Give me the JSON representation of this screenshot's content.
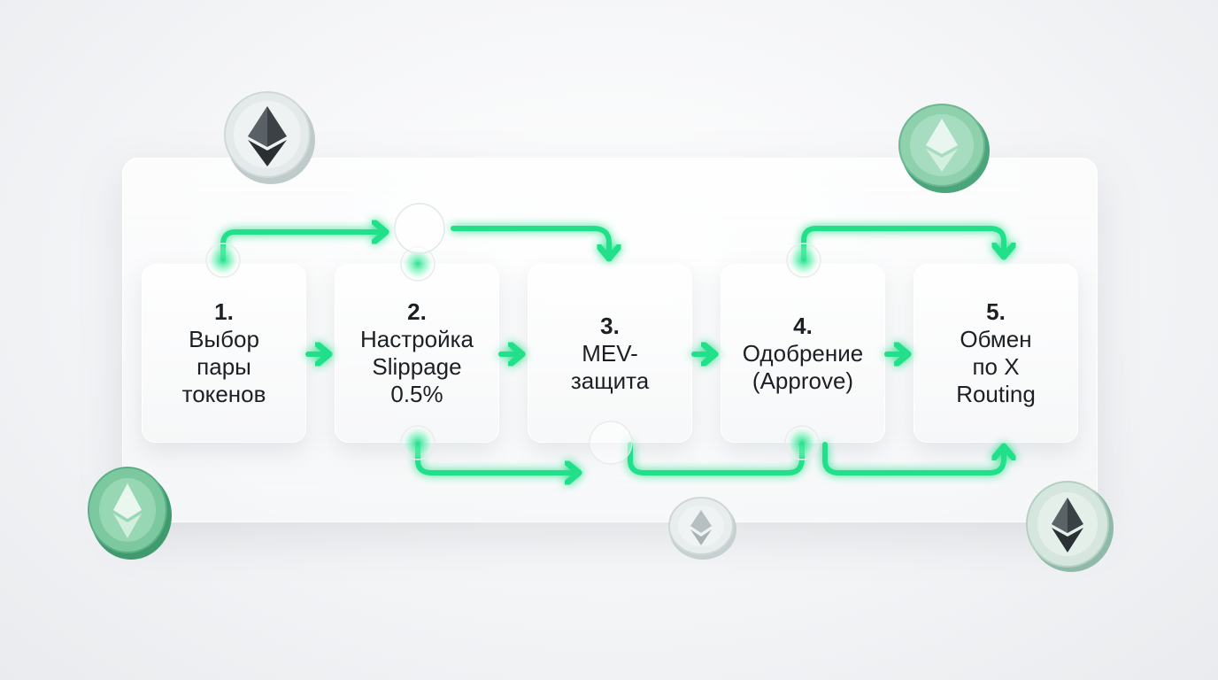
{
  "steps": [
    {
      "number": "1.",
      "label": "Выбор\nпары\nтокенов"
    },
    {
      "number": "2.",
      "label": "Настройка\nSlippage\n0.5%"
    },
    {
      "number": "3.",
      "label": "MEV-\nзащита"
    },
    {
      "number": "4.",
      "label": "Одобрение\n(Approve)"
    },
    {
      "number": "5.",
      "label": "Обмен\nпо X\nRouting"
    }
  ],
  "icons": {
    "coin_silver": "ethereum-coin-icon",
    "coin_green": "ethereum-coin-icon"
  },
  "colors": {
    "accent": "#22e08a",
    "accent_glow": "#7cf5bd",
    "coin_green": "#5cbf8f",
    "coin_silver": "#cfd6d6",
    "text": "#1c1f24"
  }
}
